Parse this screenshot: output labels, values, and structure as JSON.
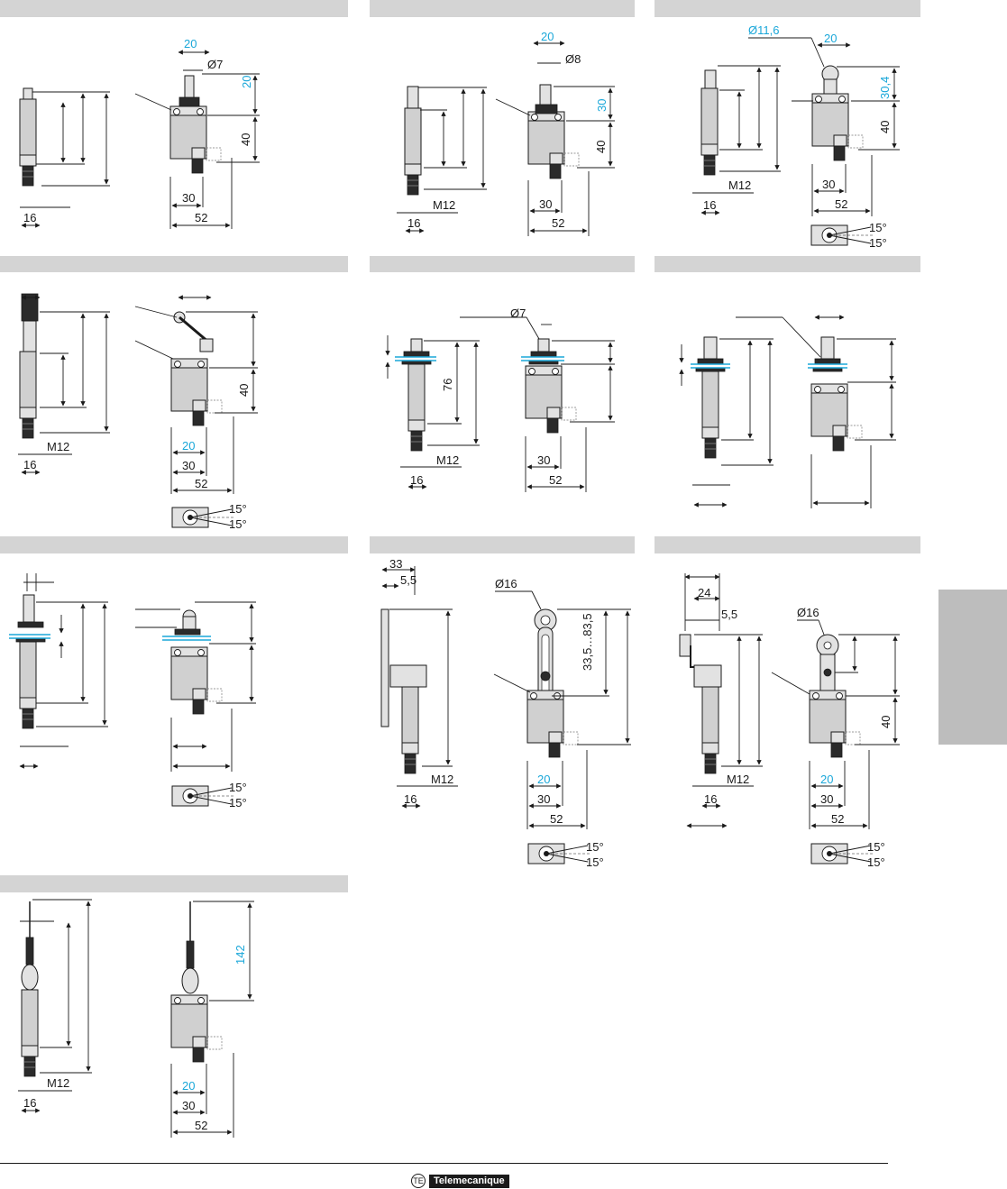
{
  "dimensions": {
    "w20": "20",
    "w30": "30",
    "w52": "52",
    "w16": "16",
    "h20": "20",
    "h40": "40",
    "h30": "30",
    "h76": "76",
    "h142": "142",
    "h30_4": "30,4",
    "d7": "Ø7",
    "d8": "Ø8",
    "d11_6": "Ø11,6",
    "d16": "Ø16",
    "thread": "M12",
    "w33": "33",
    "w5_5": "5,5",
    "w24": "24",
    "range": "33,5…83,5",
    "angle": "15°"
  },
  "brand": {
    "name": "Telemecanique",
    "mark": "TE"
  },
  "colors": {
    "header": "#d4d4d4",
    "cyan": "#1aa7d9",
    "ink": "#1a1a1a",
    "tab": "#bdbdbd"
  }
}
